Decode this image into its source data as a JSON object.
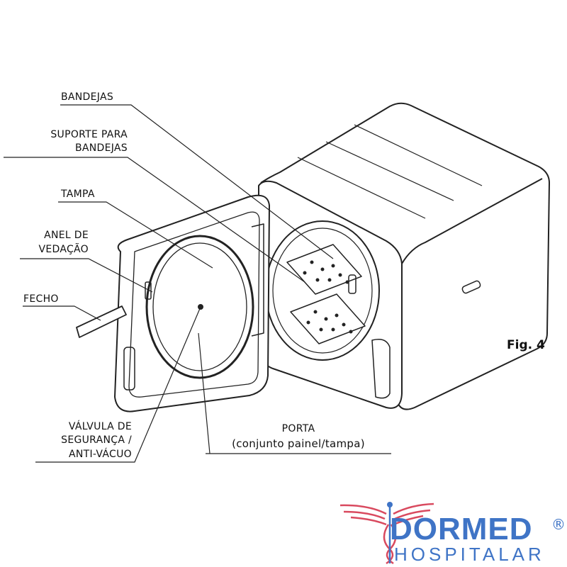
{
  "labels": {
    "bandejas": "BANDEJAS",
    "suporte_line1": "SUPORTE PARA",
    "suporte_line2": "BANDEJAS",
    "tampa": "TAMPA",
    "anel_line1": "ANEL DE",
    "anel_line2": "VEDAÇÃO",
    "fecho": "FECHO",
    "valvula_line1": "VÁLVULA DE",
    "valvula_line2": "SEGURANÇA /",
    "valvula_line3": "ANTI-VÁCUO",
    "porta_line1": "PORTA",
    "porta_line2": "(conjunto painel/tampa)"
  },
  "figure_label": "Fig. 4",
  "logo": {
    "brand": "DORMED",
    "registered": "®",
    "subtitle": "HOSPITALAR",
    "brand_color": "#3f74c6",
    "wing_color": "#d94a5f"
  }
}
